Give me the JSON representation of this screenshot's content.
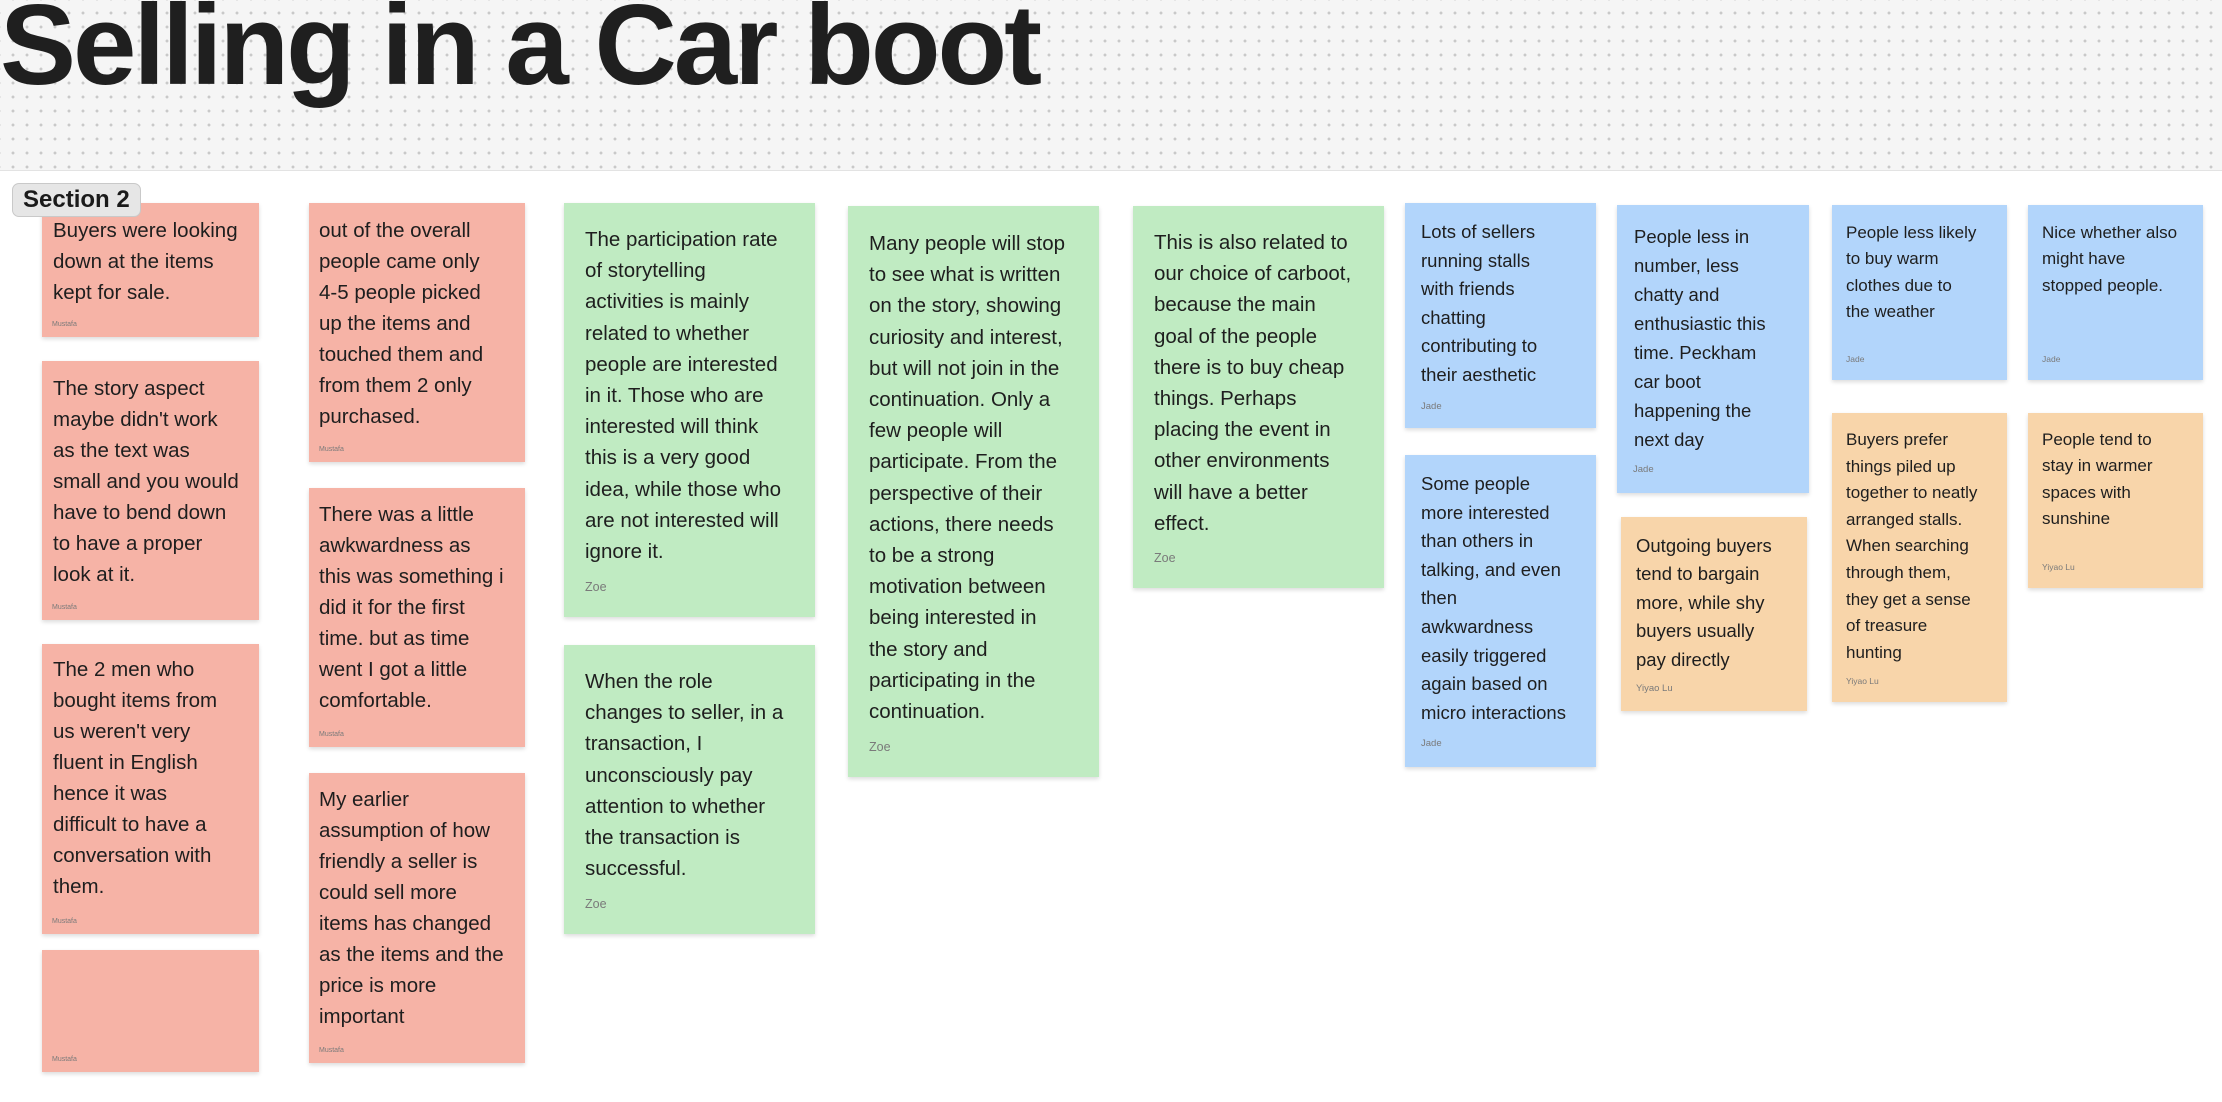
{
  "board": {
    "title": "Selling in a Car boot",
    "section_label": "Section 2"
  },
  "colors": {
    "red": "#f6b3a6",
    "green": "#c0ebc2",
    "blue": "#b2d5fb",
    "orange": "#f8d5aa",
    "canvas": "#f5f5f5",
    "section": "#ffffff"
  },
  "notes": {
    "n1": {
      "text": "Buyers were looking\ndown at the items\nkept for sale.",
      "author": "Mustafa"
    },
    "n2": {
      "text": "The story aspect\nmaybe didn't work\nas the text was\nsmall and you would\nhave to bend down\nto have a proper\nlook at it.",
      "author": "Mustafa"
    },
    "n3": {
      "text": "The 2 men who\nbought items from\nus weren't very\nfluent in English\nhence it was\ndifficult to have a\nconversation with\nthem.",
      "author": "Mustafa"
    },
    "n4": {
      "text": "",
      "author": "Mustafa"
    },
    "n5": {
      "text": "out of the overall\npeople came only\n4-5 people picked\nup the items and\ntouched them and\nfrom them 2 only\npurchased.",
      "author": "Mustafa"
    },
    "n6": {
      "text": "There was a little\nawkwardness as\nthis was something i\ndid it for the first\ntime. but as time\nwent I got a little\ncomfortable.",
      "author": "Mustafa"
    },
    "n7": {
      "text": "My earlier\nassumption of how\nfriendly a seller is\ncould sell more\nitems has changed\nas the items and the\nprice is more\nimportant",
      "author": "Mustafa"
    },
    "n8": {
      "text": "The participation rate\nof storytelling\nactivities is mainly\nrelated to whether\npeople are interested\nin it. Those who are\ninterested will think\nthis is a very good\nidea, while those who\nare not interested will\nignore it.",
      "author": "Zoe"
    },
    "n9": {
      "text": "When the role\nchanges to seller, in a\ntransaction, I\nunconsciously pay\nattention to whether\nthe transaction is\nsuccessful.",
      "author": "Zoe"
    },
    "n10": {
      "text": "Many people will stop\nto see what is written\non the story, showing\ncuriosity and interest,\nbut will not join in the\ncontinuation. Only a\nfew people will\nparticipate. From the\nperspective of their\nactions, there needs\nto be a strong\nmotivation between\nbeing interested in\nthe story and\nparticipating in the\ncontinuation.",
      "author": "Zoe"
    },
    "n11": {
      "text": "This is also related to\nour choice of carboot,\nbecause the main\ngoal of the people\nthere is to buy cheap\nthings. Perhaps\nplacing the event in\nother environments\nwill have a better\neffect.",
      "author": "Zoe"
    },
    "n12": {
      "text": "Lots of sellers\nrunning stalls\nwith friends\nchatting\ncontributing to\ntheir aesthetic",
      "author": "Jade"
    },
    "n13": {
      "text": "Some people\nmore interested\nthan others in\ntalking, and even\nthen\nawkwardness\neasily triggered\nagain based on\nmicro interactions",
      "author": "Jade"
    },
    "n14": {
      "text": "People less in\nnumber, less\nchatty and\nenthusiastic this\ntime. Peckham\ncar boot\nhappening the\nnext day",
      "author": "Jade"
    },
    "n15": {
      "text": "Outgoing buyers\ntend to bargain\nmore, while shy\nbuyers usually\npay directly",
      "author": "Yiyao Lu"
    },
    "n16": {
      "text": "People less likely\nto buy warm\nclothes due to\nthe weather",
      "author": "Jade"
    },
    "n17": {
      "text": "Buyers prefer\nthings piled up\ntogether to neatly\narranged stalls.\nWhen searching\nthrough them,\nthey get a sense\nof treasure\nhunting",
      "author": "Yiyao Lu"
    },
    "n18": {
      "text": "Nice whether also\nmight have\nstopped people.",
      "author": "Jade"
    },
    "n19": {
      "text": "People tend to\nstay in warmer\nspaces with\nsunshine",
      "author": "Yiyao Lu"
    }
  }
}
